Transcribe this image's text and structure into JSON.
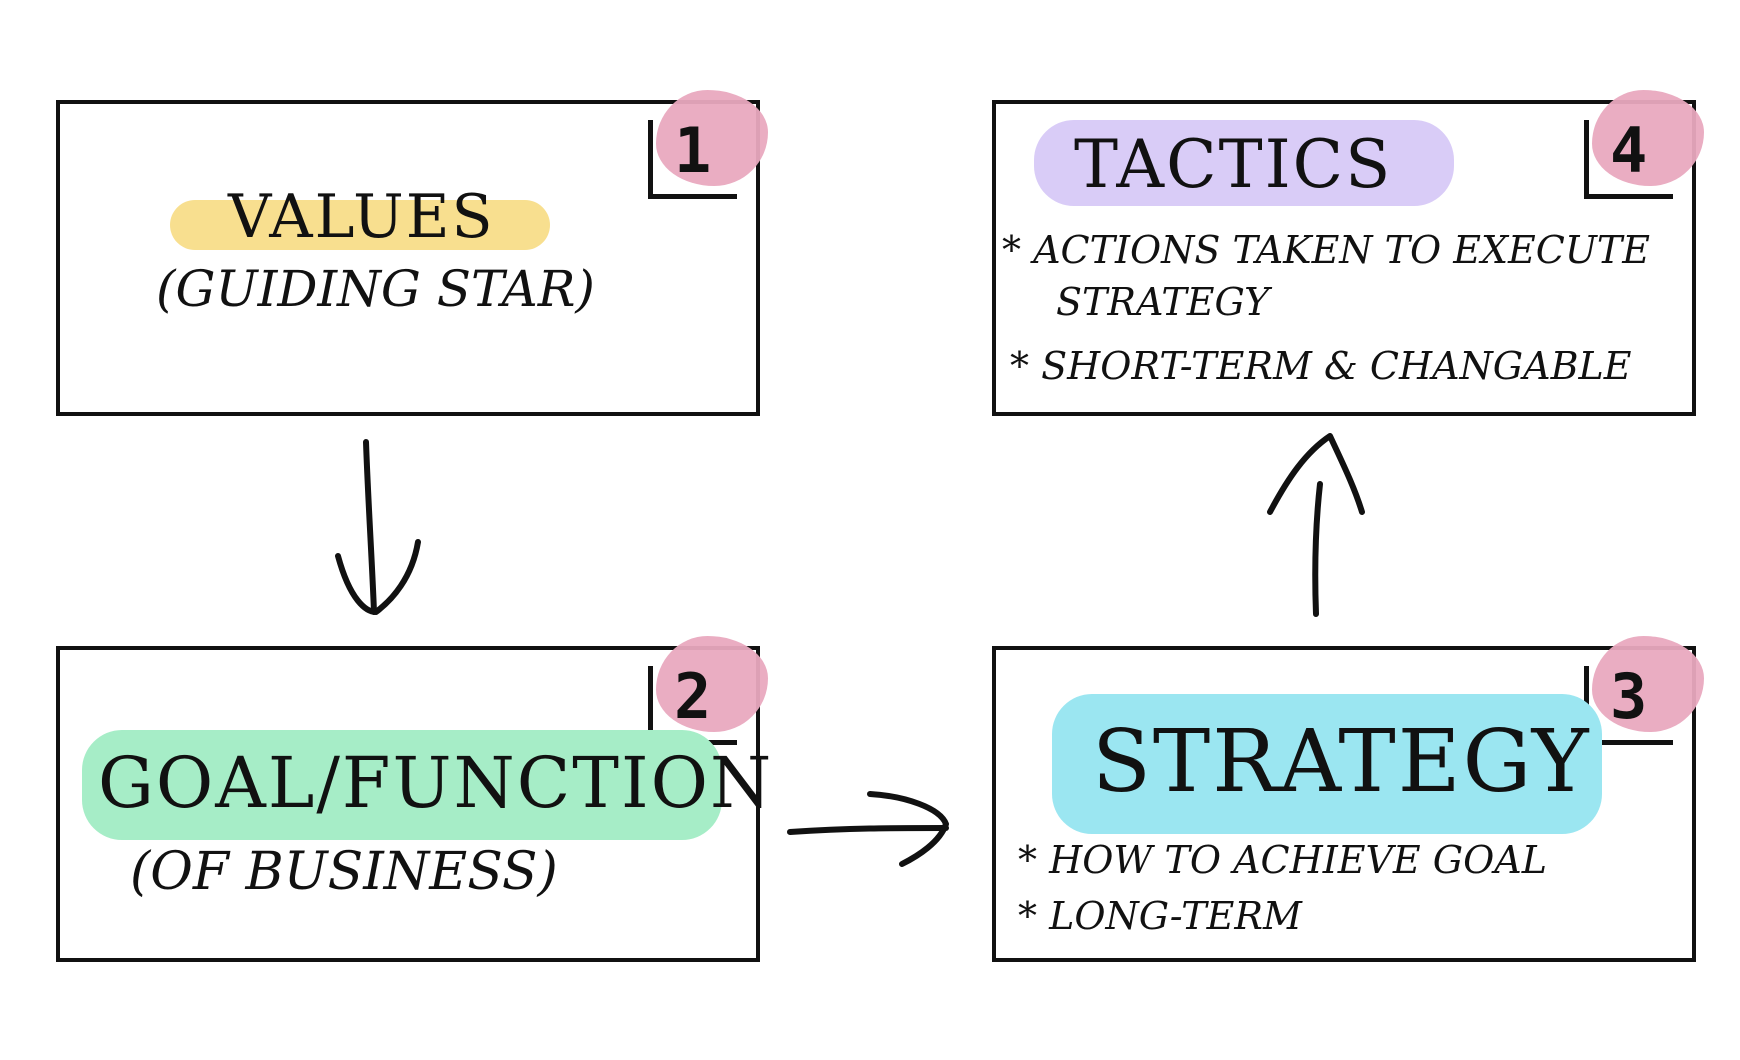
{
  "colors": {
    "values_highlight": "#f8df8f",
    "tactics_highlight": "#d9ccf7",
    "goal_highlight": "#a6edc7",
    "strategy_highlight": "#9be6f1",
    "number_blob": "#e9a9bf",
    "ink": "#111111"
  },
  "boxes": {
    "values": {
      "number": "1",
      "title": "VALUES",
      "subtitle": "(GUIDING STAR)"
    },
    "goal": {
      "number": "2",
      "title": "GOAL/FUNCTION",
      "subtitle": "(OF BUSINESS)"
    },
    "strategy": {
      "number": "3",
      "title": "STRATEGY",
      "bullets": [
        "* HOW TO ACHIEVE GOAL",
        "* LONG-TERM"
      ]
    },
    "tactics": {
      "number": "4",
      "title": "TACTICS",
      "bullets": [
        "* ACTIONS TAKEN TO EXECUTE",
        "STRATEGY",
        "* SHORT-TERM & CHANGABLE"
      ]
    }
  },
  "arrows": [
    {
      "from": "values",
      "to": "goal",
      "direction": "down"
    },
    {
      "from": "goal",
      "to": "strategy",
      "direction": "right"
    },
    {
      "from": "strategy",
      "to": "tactics",
      "direction": "up"
    }
  ]
}
